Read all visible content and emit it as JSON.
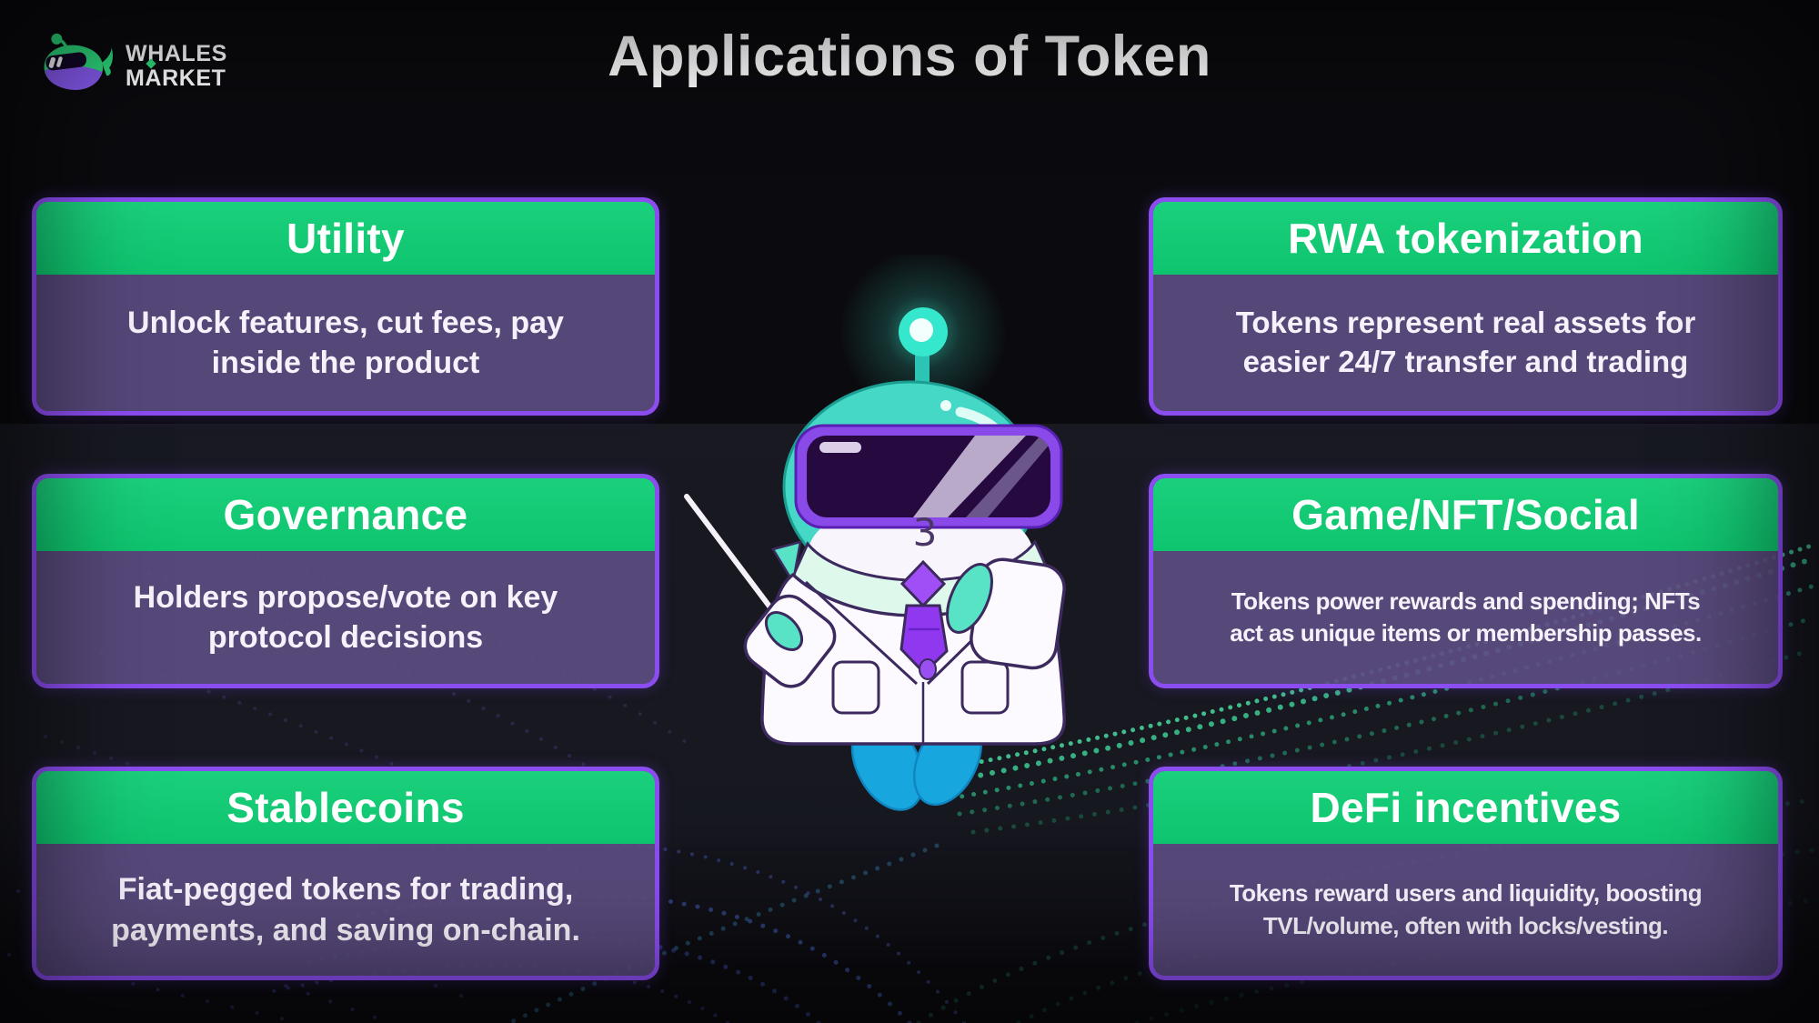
{
  "header": {
    "logo": {
      "line1": "WHALES",
      "line2": "MARKET"
    },
    "title": "Applications of Token"
  },
  "cards": {
    "left": [
      {
        "title": "Utility",
        "body": "Unlock features, cut fees, pay\ninside the product"
      },
      {
        "title": "Governance",
        "body": "Holders propose/vote on key\nprotocol decisions"
      },
      {
        "title": "Stablecoins",
        "body": "Fiat-pegged tokens for trading,\npayments, and saving on-chain."
      }
    ],
    "right": [
      {
        "title": "RWA tokenization",
        "body": "Tokens represent real assets for\neasier 24/7 transfer and trading"
      },
      {
        "title": "Game/NFT/Social",
        "body": "Tokens power rewards and spending; NFTs\nact as unique items or membership passes."
      },
      {
        "title": "DeFi incentives",
        "body": "Tokens reward users and liquidity, boosting\nTVL/volume, often with locks/vesting."
      }
    ]
  },
  "mascot": {
    "forehead_mark": "3"
  },
  "colors": {
    "accent_green": "#0ec46e",
    "card_purple": "#5d4d82",
    "card_border": "#8b4cf0",
    "dome_teal": "#45d8c6",
    "tail_blue": "#18a6df",
    "tie_purple": "#a04ef5",
    "logo_green": "#2fe080",
    "logo_purple": "#8a5cf6"
  }
}
